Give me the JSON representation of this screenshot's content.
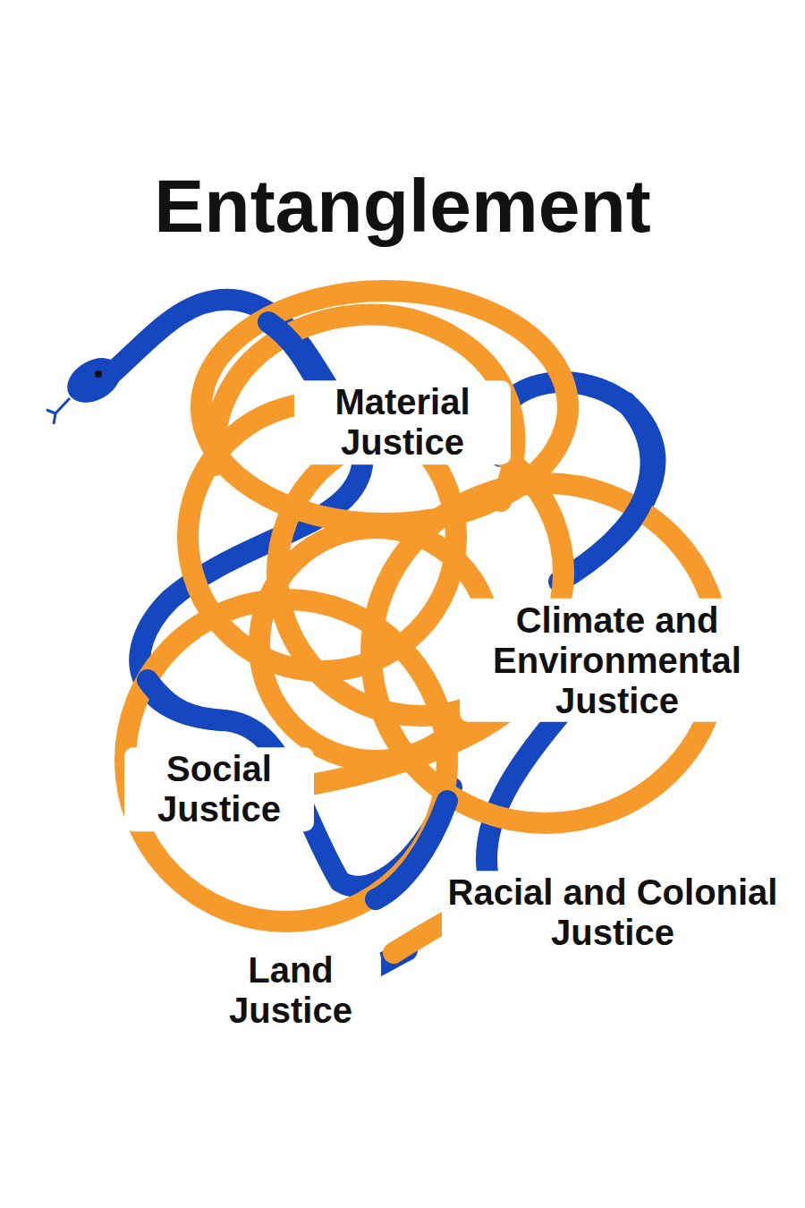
{
  "diagram": {
    "title": "Entanglement",
    "labels": [
      "Material Justice",
      "Climate and Environmental Justice",
      "Social Justice",
      "Racial and Colonial Justice",
      "Land Justice"
    ]
  }
}
